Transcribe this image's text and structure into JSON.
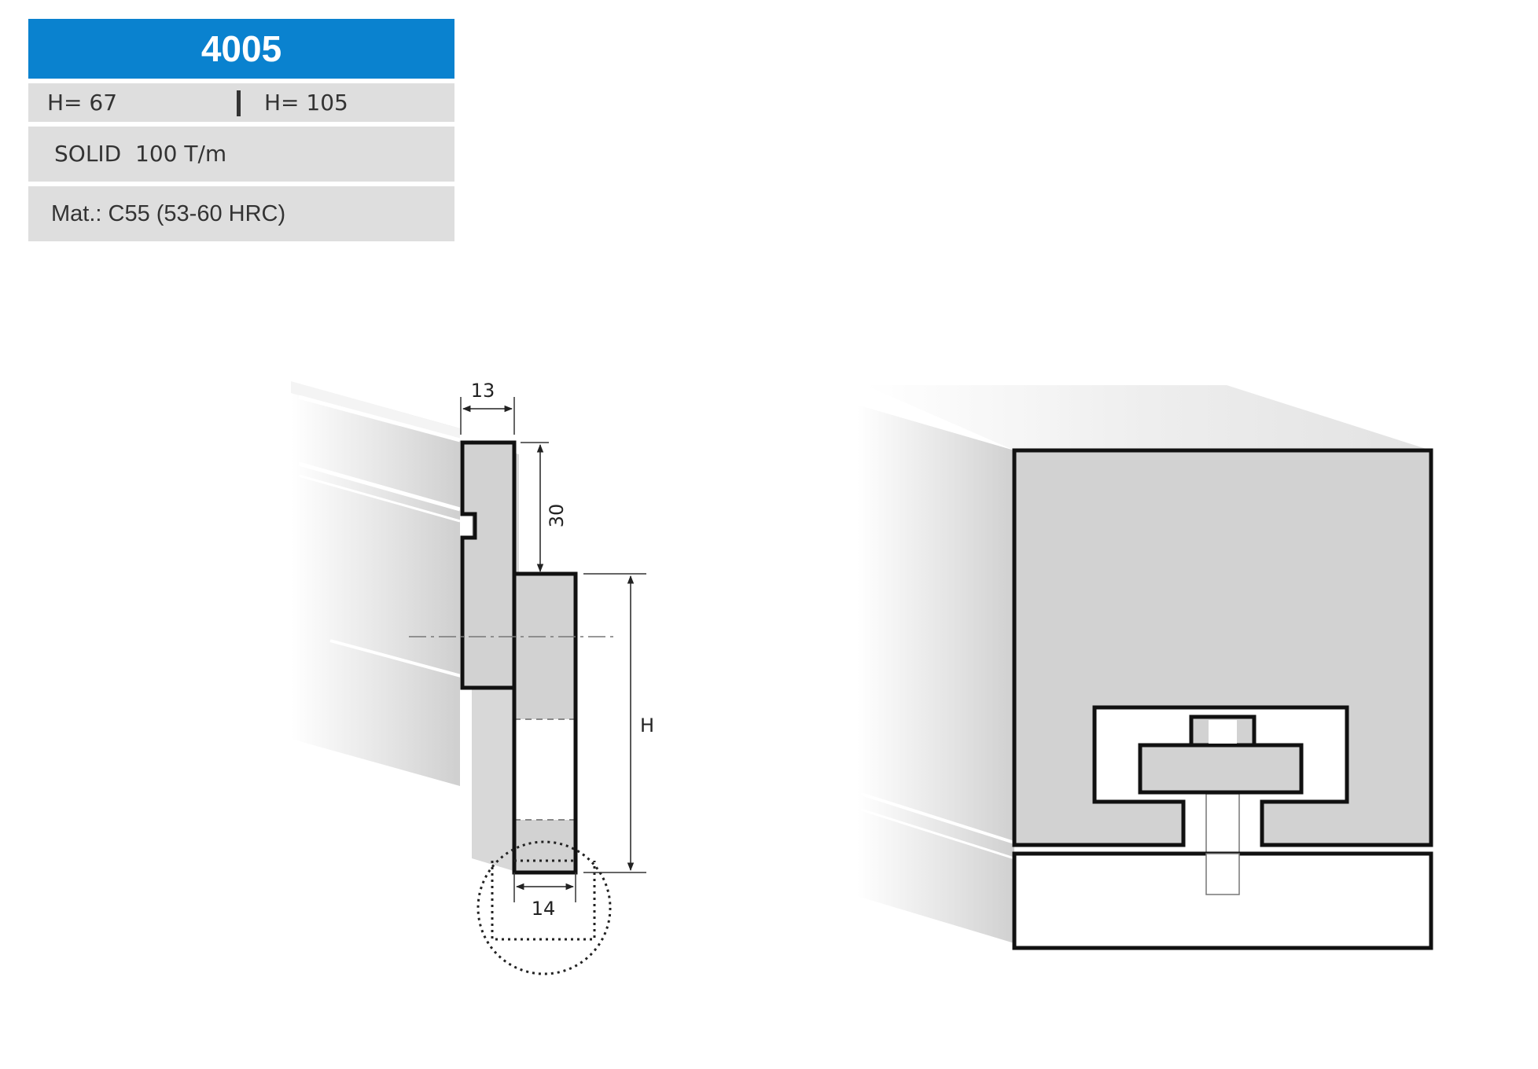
{
  "product": {
    "code": "4005"
  },
  "specs": {
    "height_a": "H= 67",
    "height_b": "H= 105",
    "type": "SOLID  100 T/m",
    "material": "Mat.: C55 (53-60 HRC)"
  },
  "dimensions": {
    "top_width": "13",
    "tang_height": "30",
    "height_symbol": "H",
    "blade_width": "14"
  },
  "colors": {
    "header_blue": "#0a82cf",
    "row_gray": "#dedede",
    "part_fill": "#d2d2d2",
    "outline": "#111111"
  }
}
